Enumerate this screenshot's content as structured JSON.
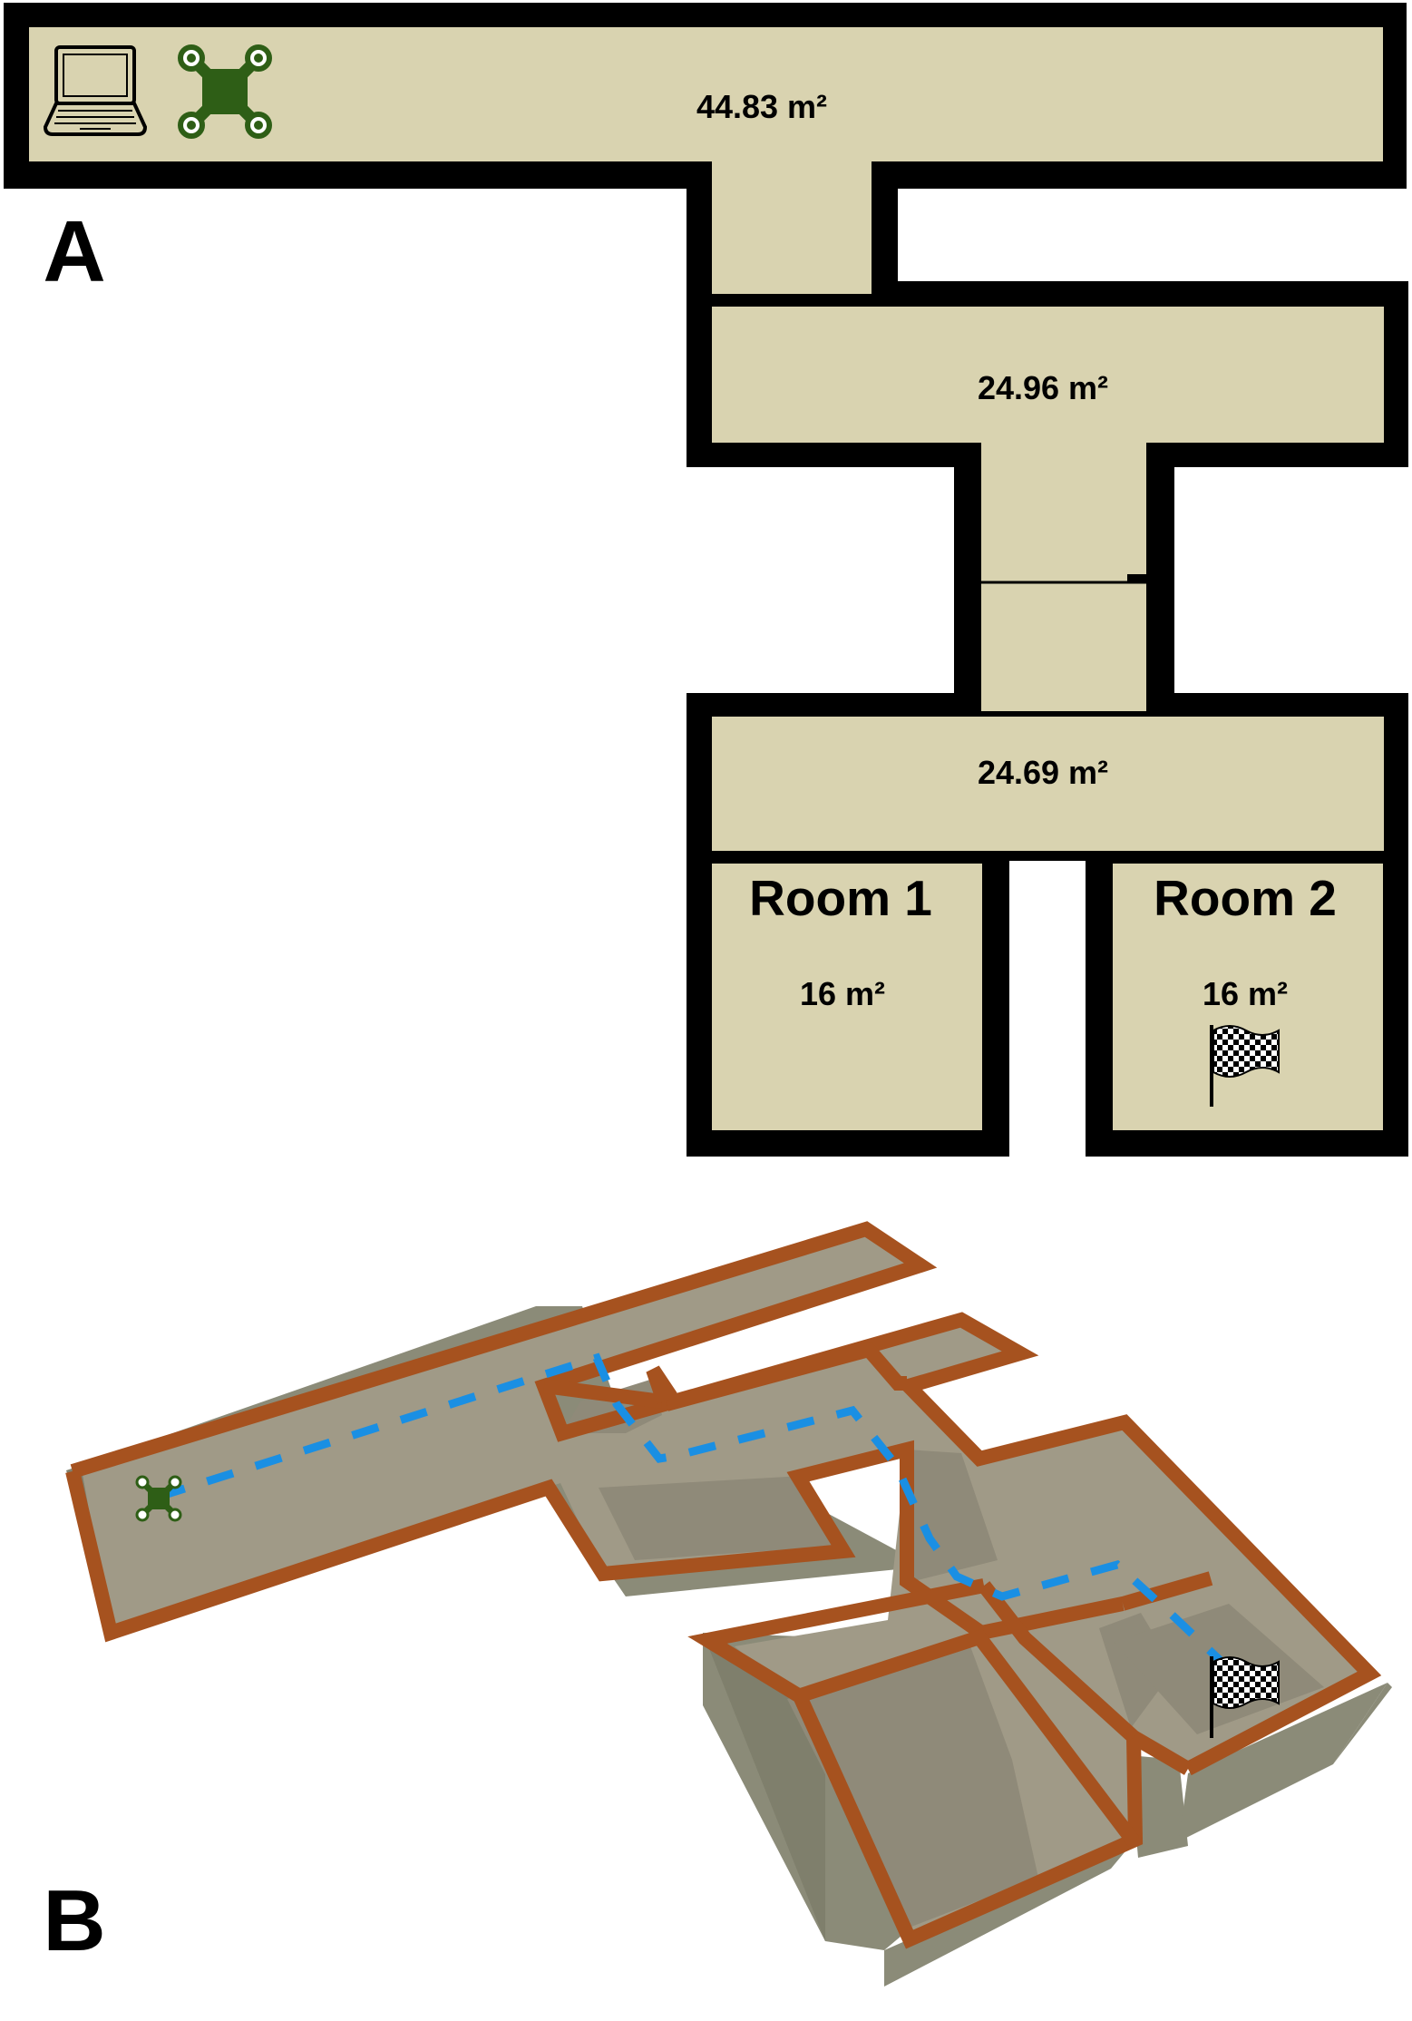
{
  "panels": {
    "a": "A",
    "b": "B"
  },
  "floorplan": {
    "top_corridor_area": "44.83 m²",
    "middle_corridor_area": "24.96 m²",
    "lower_corridor_area": "24.69 m²",
    "room1": {
      "name": "Room 1",
      "area": "16 m²"
    },
    "room2": {
      "name": "Room 2",
      "area": "16 m²"
    }
  },
  "icons": {
    "start_station": "laptop-icon",
    "robot": "drone-icon",
    "goal": "checkered-flag-icon"
  },
  "colors": {
    "floor": "#d9d3b0",
    "wall": "#000000",
    "model_floor": "#a09a87",
    "model_wall_top": "#a6521f",
    "model_wall_side": "#8b8b78",
    "path": "#1a8fe3",
    "drone": "#2e5e16"
  }
}
